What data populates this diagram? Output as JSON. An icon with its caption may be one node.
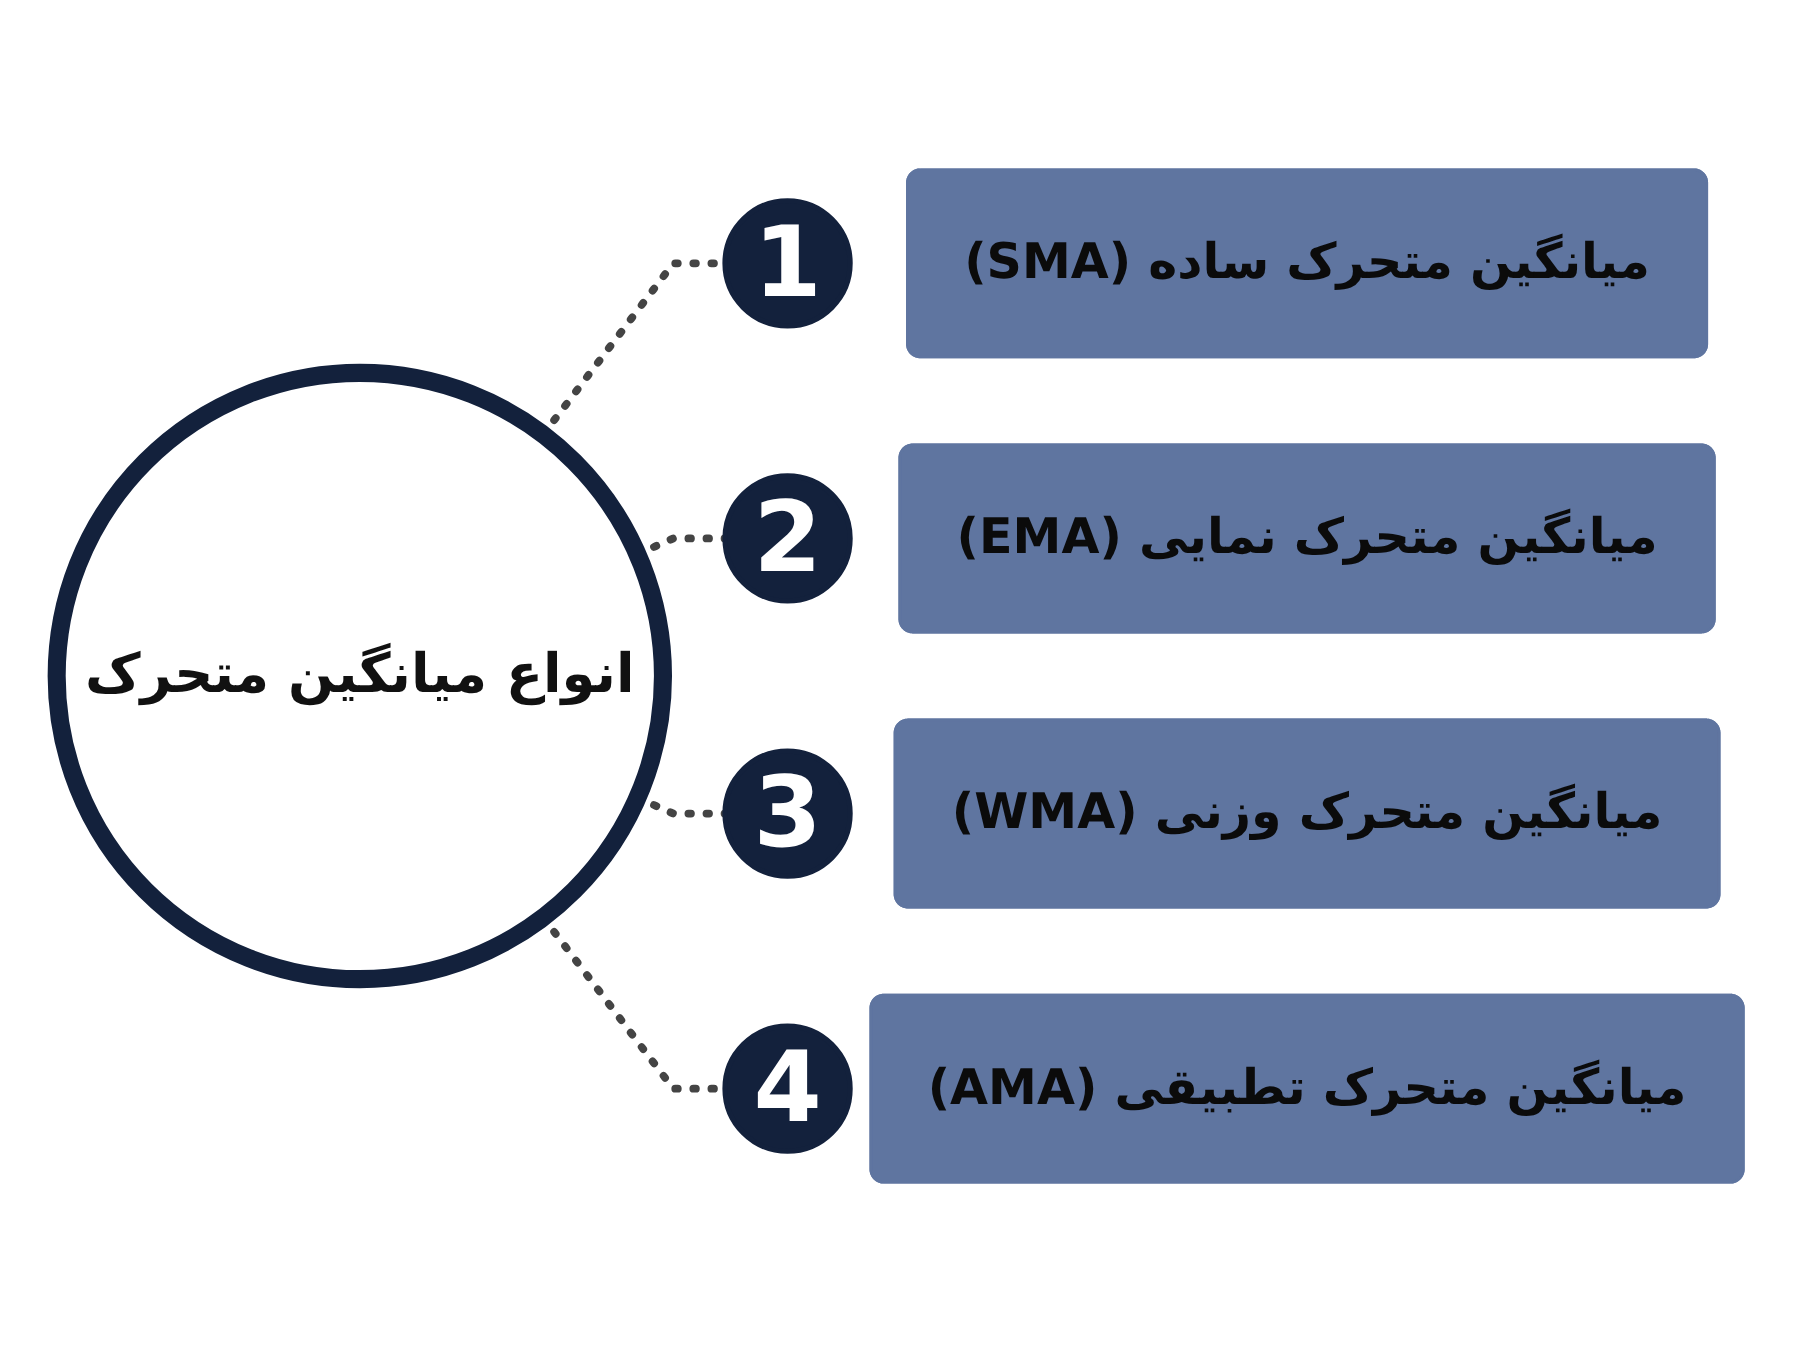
{
  "diagram": {
    "nodes": [
      {
        "text": [
          "انواع میانگین متحرک"
        ]
      },
      {
        "text": [
          "1"
        ]
      },
      {
        "text": [
          "میانگین متحرک ساده (SMA)"
        ]
      },
      {
        "text": [
          "2"
        ]
      },
      {
        "text": [
          "میانگین متحرک نمایی (EMA)"
        ]
      },
      {
        "text": [
          "3"
        ]
      },
      {
        "text": [
          "میانگین متحرک وزنی (WMA)"
        ]
      },
      {
        "text": [
          "4"
        ]
      },
      {
        "text": [
          "میانگین متحرک تطبیقی (AMA)"
        ]
      }
    ],
    "edges": [
      {
        "from": 0,
        "to": 1,
        "arrow": "none",
        "style": "dashed"
      },
      {
        "from": 0,
        "to": 3,
        "arrow": "none",
        "style": "dashed"
      },
      {
        "from": 0,
        "to": 5,
        "arrow": "none",
        "style": "dashed"
      },
      {
        "from": 0,
        "to": 7,
        "arrow": "none",
        "style": "dashed"
      }
    ]
  }
}
